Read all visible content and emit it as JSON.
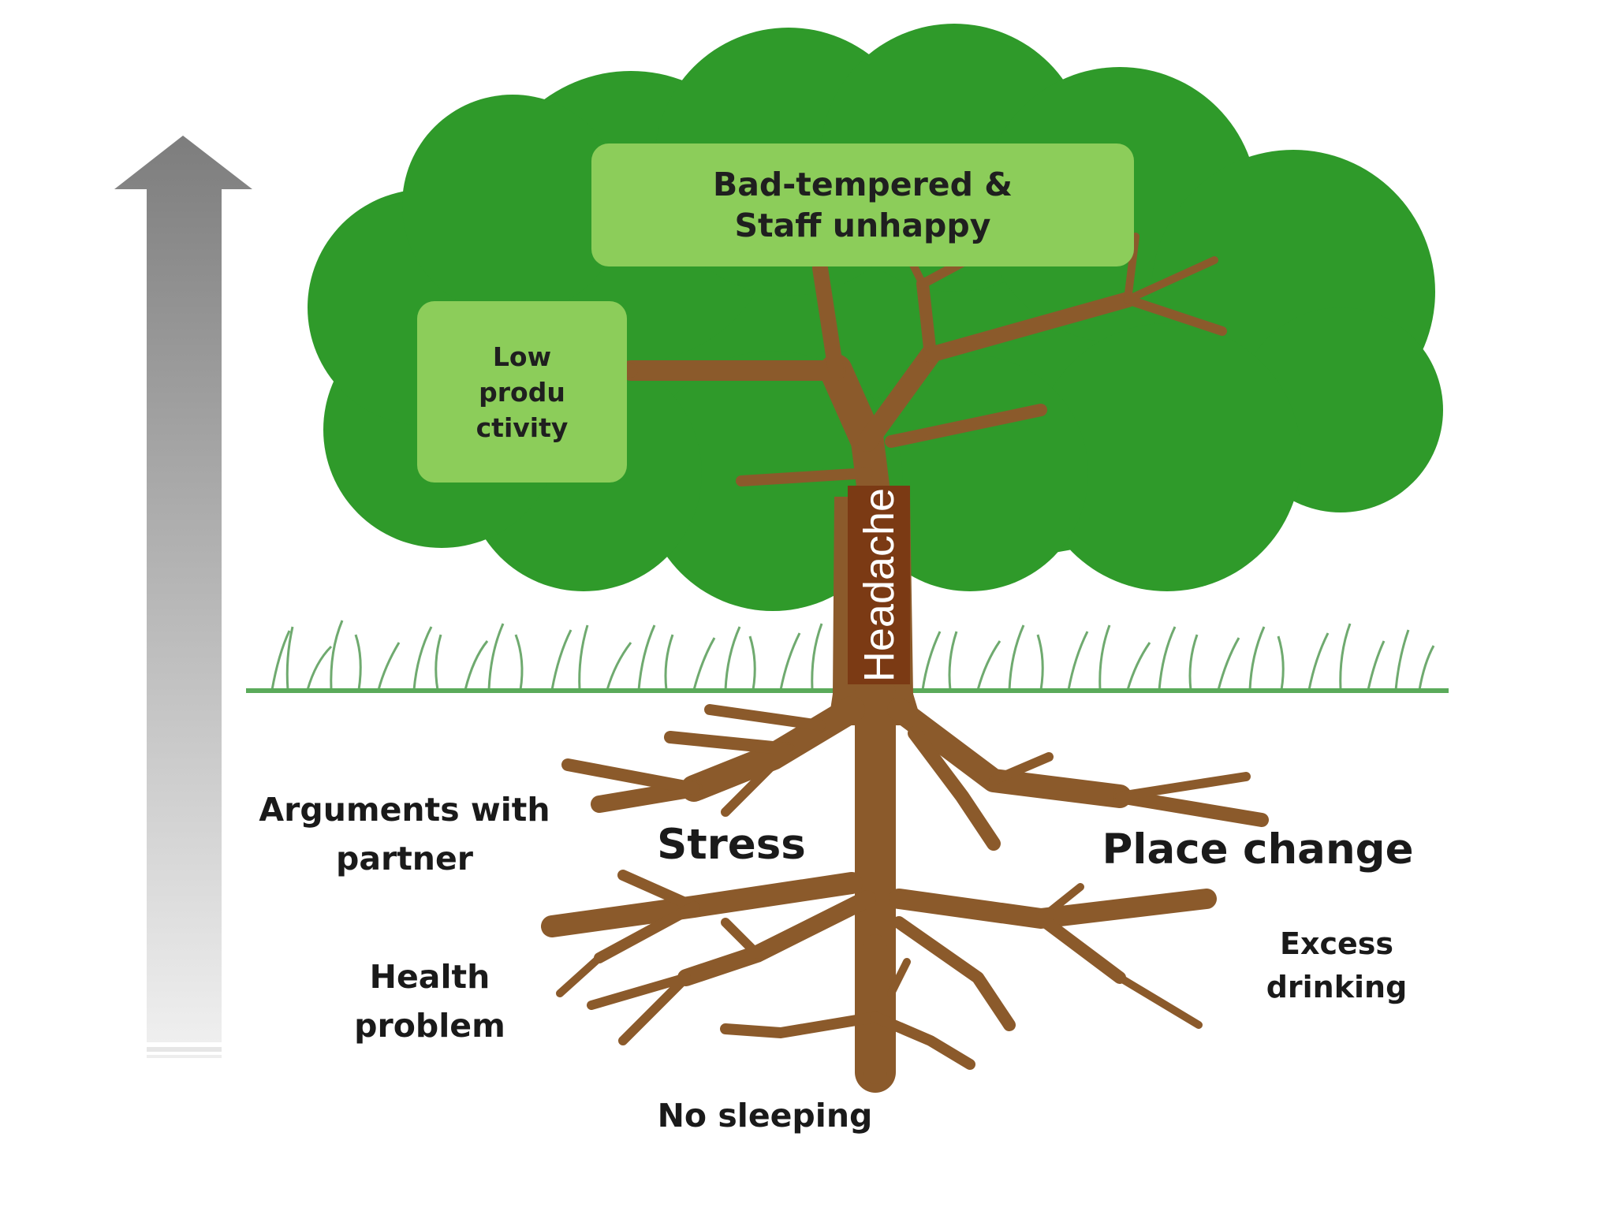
{
  "diagram": {
    "canopy_top_box": "Bad-tempered &\nStaff unhappy",
    "canopy_left_box": "Low\nprodu\nctivity",
    "trunk_label": "Headache",
    "roots": {
      "arguments": "Arguments with\npartner",
      "stress": "Stress",
      "place_change": "Place change",
      "excess_drinking": "Excess\ndrinking",
      "health_problem": "Health\nproblem",
      "no_sleeping": "No sleeping"
    },
    "colors": {
      "canopy": "#2f9a2a",
      "box_fill": "#8ccd5a",
      "branch": "#8b5a2b",
      "trunk_label_bg": "#7b3a14",
      "grass": "#5aaa5a",
      "arrow_top": "#7d7d7d",
      "arrow_bottom": "#eeeeee"
    }
  }
}
